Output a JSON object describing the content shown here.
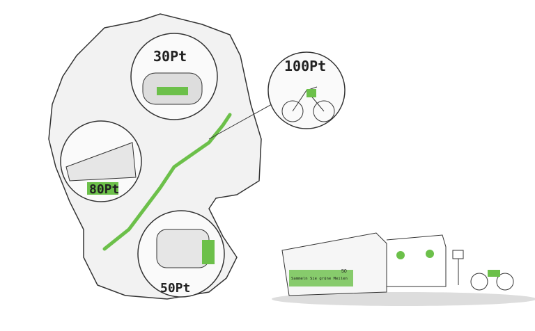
{
  "badges": {
    "car": "30Pt",
    "bike": "100Pt",
    "train": "80Pt",
    "shuttle": "50Pt"
  },
  "bus_sign": "Sammeln Sie grüne Meilen",
  "bus_number": "50",
  "colors": {
    "accent": "#6cc04a",
    "stroke": "#333333",
    "map": "#f2f2f2"
  }
}
